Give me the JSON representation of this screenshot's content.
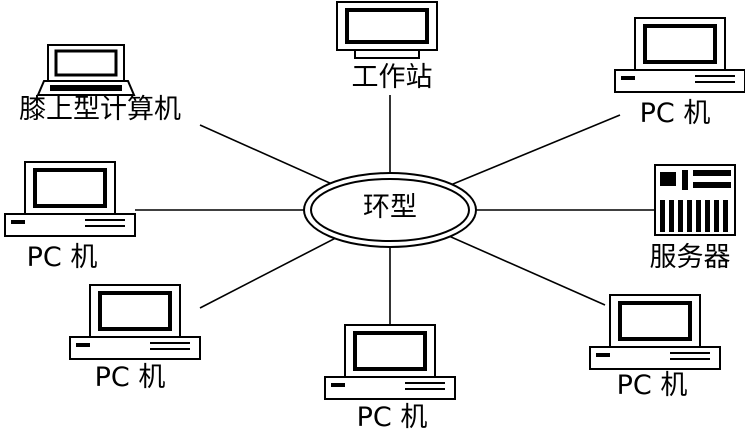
{
  "center": {
    "label": "环型"
  },
  "nodes": [
    {
      "id": "workstation",
      "label": "工作站"
    },
    {
      "id": "laptop",
      "label": "膝上型计算机"
    },
    {
      "id": "pc-top-right",
      "label": "PC 机"
    },
    {
      "id": "pc-left",
      "label": "PC 机"
    },
    {
      "id": "server",
      "label": "服务器"
    },
    {
      "id": "pc-bottom-left",
      "label": "PC 机"
    },
    {
      "id": "pc-bottom",
      "label": "PC 机"
    },
    {
      "id": "pc-bottom-right",
      "label": "PC 机"
    }
  ]
}
